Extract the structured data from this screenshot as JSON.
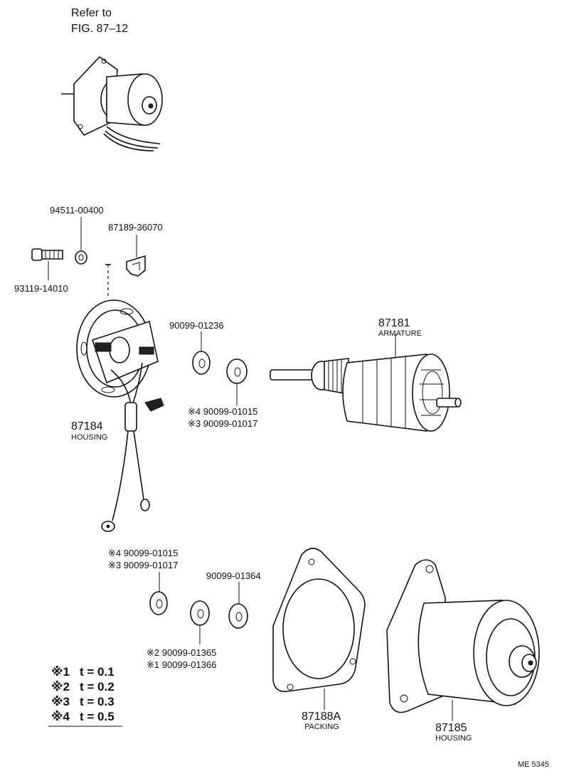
{
  "header": {
    "refer_line1": "Refer to",
    "refer_line2": "FIG. 87–12"
  },
  "callouts": {
    "clip_part": "94511-00400",
    "bracket_part": "87189-36070",
    "screw_part": "93119-14010",
    "washer_upper_part": "90099-01236",
    "armature_number": "87181",
    "armature_name": "ARMATURE",
    "end_housing_number": "87184",
    "end_housing_name": "HOUSING",
    "washer_upper_4": "※4  90099-01015",
    "washer_upper_3": "※3  90099-01017",
    "washer_lower_4": "※4  90099-01015",
    "washer_lower_3": "※3  90099-01017",
    "washer_lower_right_part": "90099-01364",
    "washer_lower_2": "※2   90099-01365",
    "washer_lower_1": "※1   90099-01366",
    "packing_number": "87188A",
    "packing_name": "PACKING",
    "motor_housing_number": "87185",
    "motor_housing_name": "HOUSING"
  },
  "legend": [
    {
      "mark": "※1",
      "text": "t = 0.1"
    },
    {
      "mark": "※2",
      "text": "t = 0.2"
    },
    {
      "mark": "※3",
      "text": "t = 0.3"
    },
    {
      "mark": "※4",
      "text": "t = 0.5"
    }
  ],
  "footer": {
    "code": "ME 5345"
  }
}
